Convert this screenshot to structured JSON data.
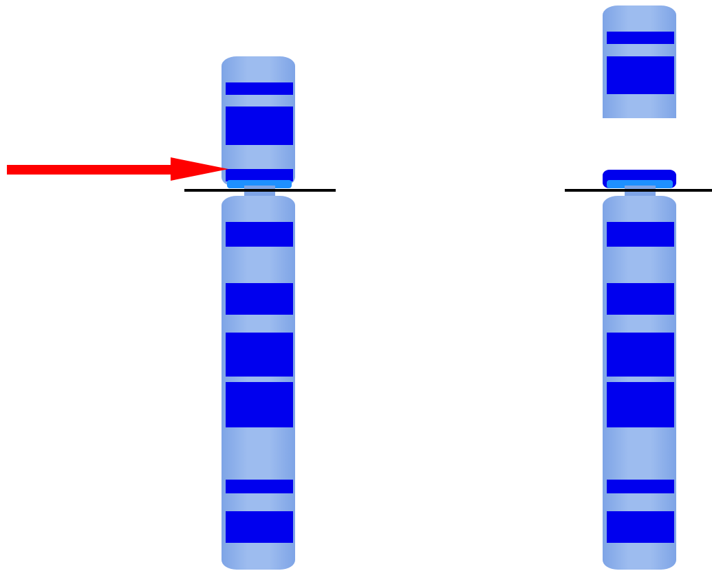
{
  "diagram": {
    "subject": "chromosome-ideogram-comparison",
    "colors": {
      "light_band": "#8fb2ec",
      "light_band_edge": "#7ea4e6",
      "dark_band": "#0000ee",
      "centromere": "#1e90ff",
      "marker_line": "#000000",
      "arrow": "#ff0000",
      "background": "#ffffff"
    },
    "chromosomes": [
      {
        "id": "normal",
        "has_gap_in_short_arm": false
      },
      {
        "id": "deleted",
        "has_gap_in_short_arm": true
      }
    ],
    "annotations": {
      "arrow_points_to": "band-near-centromere-on-normal-chromosome",
      "centromere_markers": 2
    }
  }
}
